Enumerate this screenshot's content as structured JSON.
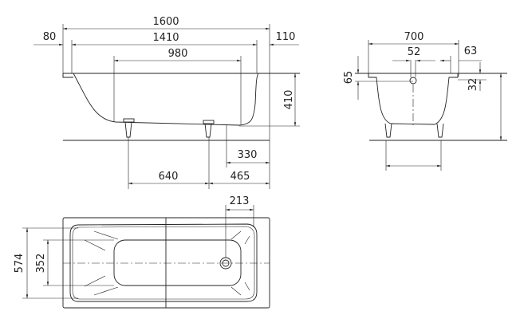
{
  "side_view": {
    "overall_length": "1600",
    "left_rim": "80",
    "inner_length": "1410",
    "right_rim": "110",
    "bottom_length": "980",
    "height": "410",
    "drain_offset": "330",
    "feet_spacing": "640",
    "foot_to_end": "465"
  },
  "end_view": {
    "width": "700",
    "overflow_diameter": "52",
    "rim_right": "63",
    "overflow_depth": "65",
    "rim_height": "32"
  },
  "top_view": {
    "drain_from_end": "213",
    "inner_width": "574",
    "bottom_width": "352"
  }
}
